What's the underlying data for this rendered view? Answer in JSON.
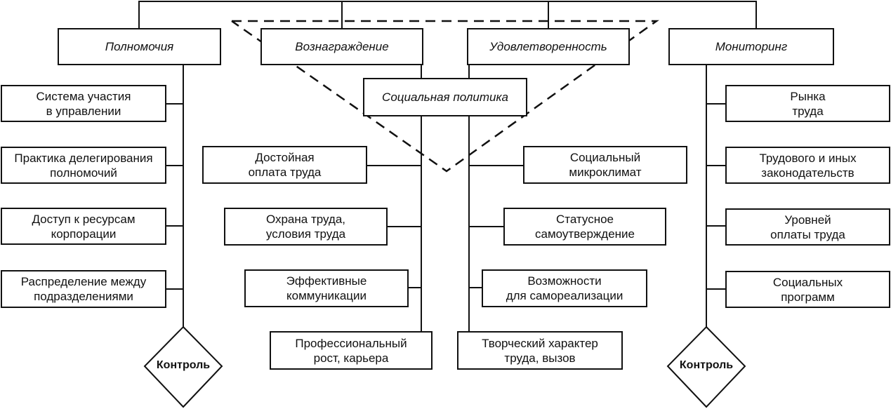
{
  "top_blocks": {
    "authority": "Полномочия",
    "reward": "Вознаграждение",
    "satisfaction": "Удовлетворенность",
    "monitoring": "Мониторинг",
    "social_policy": "Социальная политика"
  },
  "authority_items": [
    "Система участия\nв управлении",
    "Практика делегирования\nполномочий",
    "Доступ к ресурсам\nкорпорации",
    "Распределение между\nподразделениями"
  ],
  "reward_items": [
    "Достойная\nоплата труда",
    "Охрана труда,\nусловия труда",
    "Эффективные\nкоммуникации",
    "Профессиональный\nрост,  карьера"
  ],
  "satisfaction_items": [
    "Социальный\nмикроклимат",
    "Статусное\nсамоутверждение",
    "Возможности\nдля самореализации",
    "Творческий характер\nтруда, вызов"
  ],
  "monitoring_items": [
    "Рынка\nтруда",
    "Трудового и иных\nзаконодательств",
    "Уровней\nоплаты труда",
    "Социальных\nпрограмм"
  ],
  "control_left": "Контроль",
  "control_right": "Контроль"
}
